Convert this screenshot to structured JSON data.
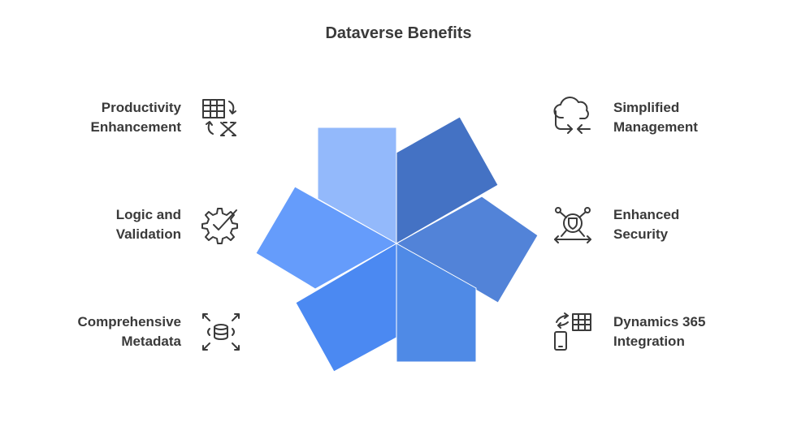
{
  "title": "Dataverse Benefits",
  "items": [
    {
      "line1": "Productivity",
      "line2": "Enhancement",
      "icon": "table-convert-icon"
    },
    {
      "line1": "Logic and",
      "line2": "Validation",
      "icon": "gear-check-icon"
    },
    {
      "line1": "Comprehensive",
      "line2": "Metadata",
      "icon": "database-expand-icon"
    },
    {
      "line1": "Simplified",
      "line2": "Management",
      "icon": "cloud-sync-icon"
    },
    {
      "line1": "Enhanced",
      "line2": "Security",
      "icon": "shield-network-icon"
    },
    {
      "line1": "Dynamics 365",
      "line2": "Integration",
      "icon": "mobile-table-sync-icon"
    }
  ],
  "colors": {
    "segments": [
      "#93b9fb",
      "#4472c4",
      "#5283d8",
      "#4f8ae6",
      "#4b89f2",
      "#659cfb"
    ],
    "icon_stroke": "#3a3a3a"
  }
}
